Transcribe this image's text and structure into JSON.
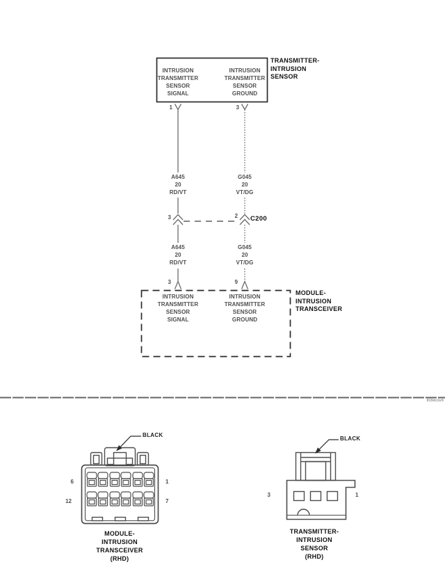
{
  "diagram": {
    "sensor": {
      "name": "TRANSMITTER-\nINTRUSION\nSENSOR",
      "pin_left": "1",
      "pin_right": "3",
      "func_left": "INTRUSION\nTRANSMITTER\nSENSOR\nSIGNAL",
      "func_right": "INTRUSION\nTRANSMITTER\nSENSOR\nGROUND"
    },
    "wire_left": {
      "circuit": "A645",
      "gauge": "20",
      "color": "RD/VT"
    },
    "wire_right": {
      "circuit": "G045",
      "gauge": "20",
      "color": "VT/DG"
    },
    "c200": {
      "name": "C200",
      "pin_left": "3",
      "pin_right": "2"
    },
    "module": {
      "name": "MODULE-\nINTRUSION\nTRANSCEIVER",
      "pin_left": "3",
      "pin_right": "9",
      "func_left": "INTRUSION\nTRANSMITTER\nSENSOR\nSIGNAL",
      "func_right": "INTRUSION\nTRANSMITTER\nSENSOR\nGROUND"
    },
    "ref_code": "819dc2e9"
  },
  "connectors": {
    "module": {
      "color_label": "BLACK",
      "pin_top_left": "6",
      "pin_top_right": "1",
      "pin_bottom_left": "12",
      "pin_bottom_right": "7",
      "caption": "MODULE-\nINTRUSION\nTRANSCEIVER\n(RHD)"
    },
    "sensor": {
      "color_label": "BLACK",
      "pin_left": "3",
      "pin_right": "1",
      "caption": "TRANSMITTER-\nINTRUSION\nSENSOR\n(RHD)"
    }
  }
}
